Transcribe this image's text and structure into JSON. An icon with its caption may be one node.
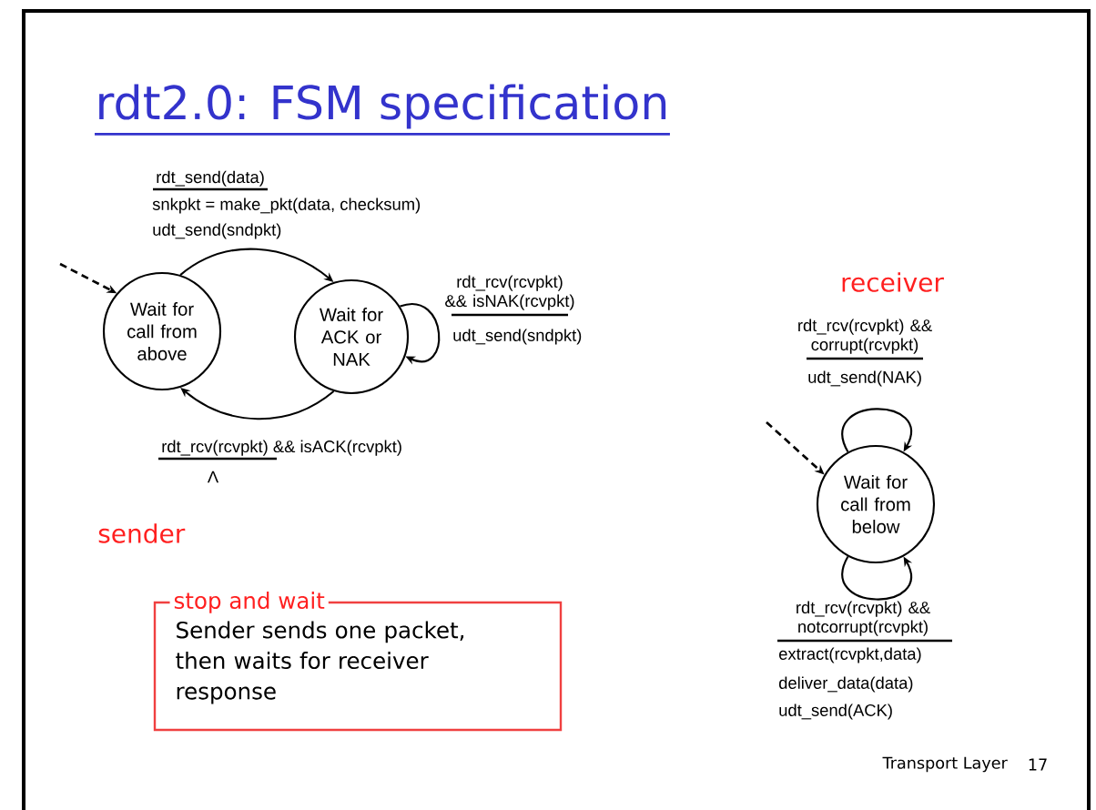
{
  "diagram": {
    "title": "rdt2.0: FSM specification",
    "nodes": [
      {
        "text": [
          "Wait for call from above"
        ]
      },
      {
        "text": [
          "Wait for ACK or NAK"
        ]
      },
      {
        "text": [
          "Wait for call from below"
        ]
      },
      {
        "text": [
          "stop and wait",
          "Sender sends one packet, then waits for receiver response"
        ]
      }
    ],
    "edges": [
      {
        "from": null,
        "to": 0,
        "arrow": "to",
        "style": "dashed"
      },
      {
        "from": 0,
        "to": 1,
        "arrow": "to"
      },
      {
        "from": 1,
        "to": 1,
        "arrow": "to"
      },
      {
        "from": 1,
        "to": 0,
        "arrow": "to"
      },
      {
        "from": null,
        "to": 2,
        "arrow": "to",
        "style": "dashed"
      },
      {
        "from": 2,
        "to": 2,
        "arrow": "to"
      },
      {
        "from": 2,
        "to": 2,
        "arrow": "to"
      }
    ],
    "labels": [
      "rdt_send(data)",
      "snkpkt = make_pkt(data, checksum)",
      "udt_send(sndpkt)",
      "rdt_rcv(rcvpkt) && isNAK(rcvpkt)",
      "udt_send(sndpkt)",
      "receiver",
      "rdt_rcv(rcvpkt) && corrupt(rcvpkt)",
      "udt_send(NAK)",
      "rdt_rcv(rcvpkt) && isACK(rcvpkt)",
      "Λ",
      "sender",
      "rdt_rcv(rcvpkt) && notcorrupt(rcvpkt)",
      "extract(rcvpkt,data)",
      "deliver_data(data)",
      "udt_send(ACK)",
      "Transport Layer",
      "17"
    ]
  }
}
